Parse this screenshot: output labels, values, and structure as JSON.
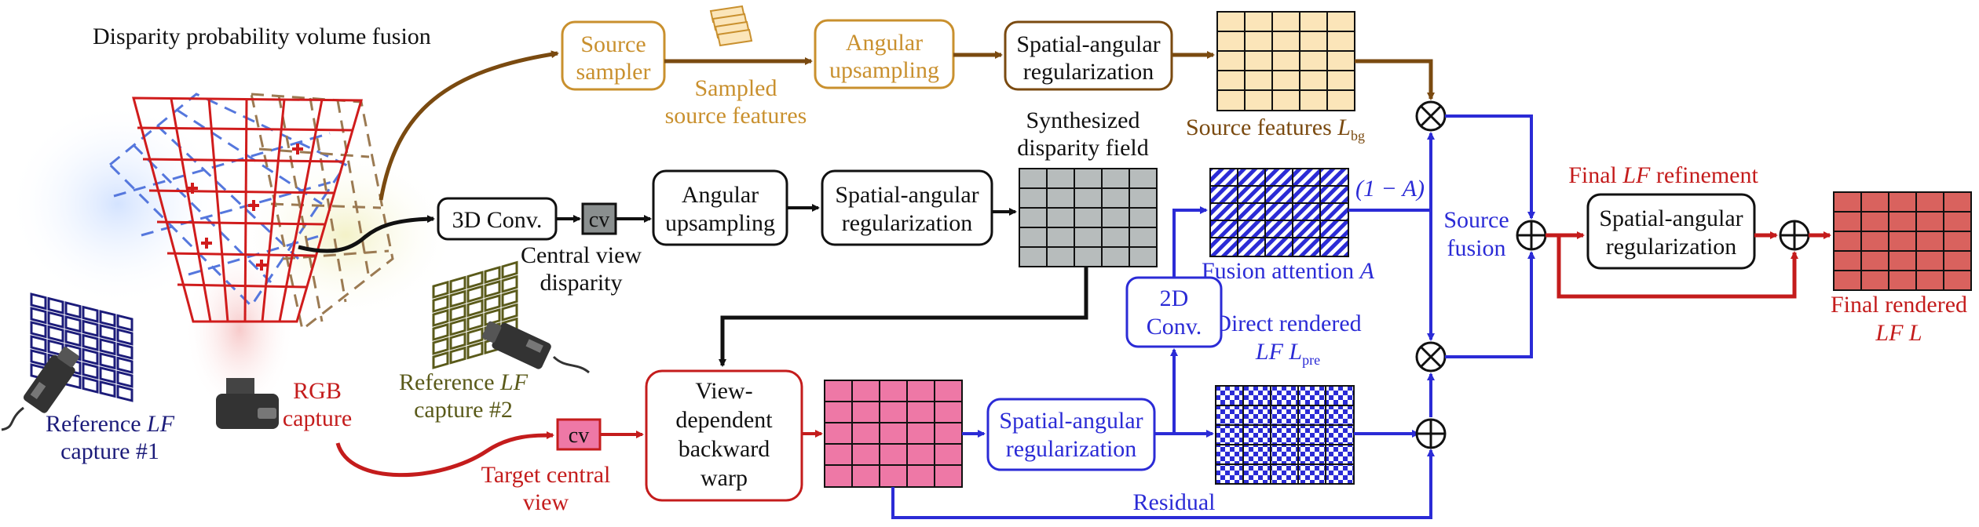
{
  "colors": {
    "black": "#111111",
    "brown": "#7a4a10",
    "orange": "#c9902e",
    "orange_fill": "#fbe5b9",
    "blue": "#2b2bd6",
    "red": "#c41c1c",
    "red_fill": "#d9625e",
    "pink_fill": "#ee78a6",
    "gray_fill": "#b7bcbc",
    "navy": "#1c1c7a"
  },
  "title": "Disparity probability volume fusion",
  "boxes": {
    "source_sampler": [
      "Source",
      "sampler"
    ],
    "angular_up_top": [
      "Angular",
      "upsampling"
    ],
    "sa_reg_top": [
      "Spatial-angular",
      "regularization"
    ],
    "conv3d": "3D Conv.",
    "cv_mid": "cv",
    "angular_up_mid": [
      "Angular",
      "upsampling"
    ],
    "sa_reg_mid": [
      "Spatial-angular",
      "regularization"
    ],
    "cv_bottom": "cv",
    "backward_warp": [
      "View-",
      "dependent",
      "backward",
      "warp"
    ],
    "sa_reg_blue": [
      "Spatial-angular",
      "regularization"
    ],
    "conv2d": [
      "2D",
      "Conv."
    ],
    "sa_reg_final": [
      "Spatial-angular",
      "regularization"
    ]
  },
  "labels": {
    "sampled_features": [
      "Sampled",
      "source features"
    ],
    "source_features": "Source features ",
    "source_features_var": "L",
    "source_features_sub": "bg",
    "synth_disparity": [
      "Synthesized",
      "disparity field"
    ],
    "central_view_disp": [
      "Central view",
      "disparity"
    ],
    "one_minus_a": "(1 − A)",
    "fusion_attention": "Fusion attention ",
    "fusion_attention_var": "A",
    "source_fusion": [
      "Source",
      "fusion"
    ],
    "final_refine_pre": "Final ",
    "final_refine_var": "LF",
    "final_refine_post": " refinement",
    "direct_rendered_1": "Direct rendered",
    "direct_rendered_2_var": "LF L",
    "direct_rendered_2_sub": "pre",
    "final_rendered_1": "Final rendered",
    "final_rendered_2": "LF L",
    "residual": "Residual",
    "target_central": [
      "Target central",
      "view"
    ],
    "rgb_capture": [
      "RGB",
      "capture"
    ],
    "ref_lf1_pre": "Reference ",
    "ref_lf1_var": "LF",
    "ref_lf1_2": "capture #1",
    "ref_lf2_pre": "Reference ",
    "ref_lf2_var": "LF",
    "ref_lf2_2": "capture #2"
  }
}
